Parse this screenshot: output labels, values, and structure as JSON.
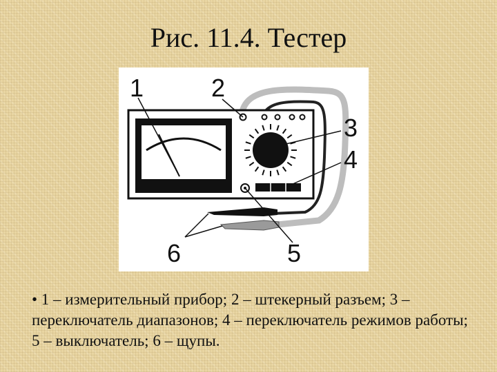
{
  "slide": {
    "title": "Рис. 11.4. Тестер",
    "caption": "• 1 – измерительный прибор; 2 – штекерный разъем; 3 – переключатель диапазонов; 4 – переключатель режимов работы; 5 – выключатель; 6 – щупы."
  },
  "diagram": {
    "labels": [
      "1",
      "2",
      "3",
      "4",
      "5",
      "6"
    ]
  }
}
